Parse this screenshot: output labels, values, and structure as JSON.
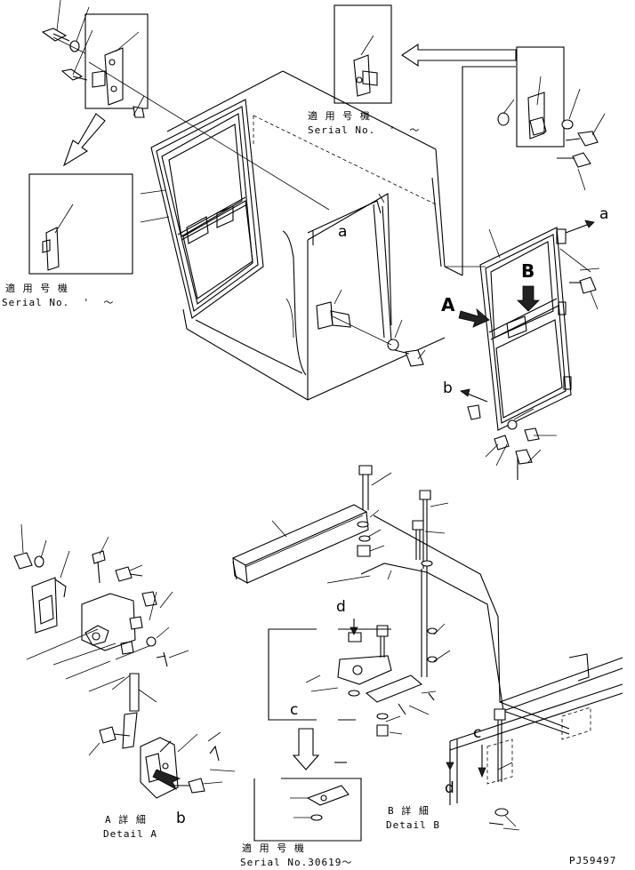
{
  "serial_label_jp": "適 用 号 機",
  "serial_label_en": "Serial No.",
  "serial_label_en_tilde": "Serial No.  '  〜",
  "serial_label_en_30619": "Serial No.30619〜",
  "detail_a_jp": "A 詳 細",
  "detail_a_en": "Detail A",
  "detail_b_jp": "B 詳 細",
  "detail_b_en": "Detail B",
  "callout_a_upper": "a",
  "callout_a_right": "a",
  "callout_b_right": "b",
  "callout_b_detail": "b",
  "callout_c_left": "c",
  "callout_c_right": "c",
  "callout_d_left": "d",
  "callout_d_right": "d",
  "view_a": "A",
  "view_b": "B",
  "drawing_code": "PJ59497"
}
